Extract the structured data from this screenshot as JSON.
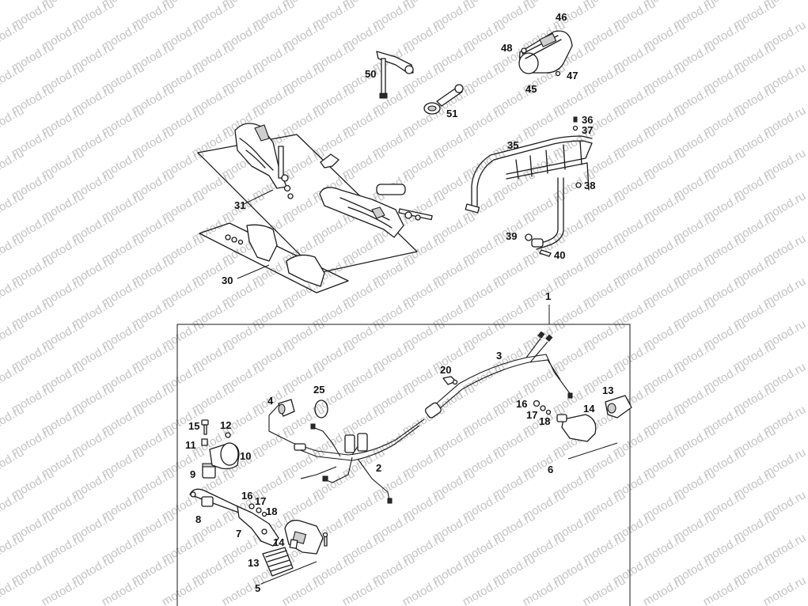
{
  "watermark": "motod.ru",
  "callouts": {
    "c1": "1",
    "c2": "2",
    "c3": "3",
    "c4": "4",
    "c5": "5",
    "c6": "6",
    "c7": "7",
    "c8": "8",
    "c9": "9",
    "c10": "10",
    "c11": "11",
    "c12": "12",
    "c13a": "13",
    "c13b": "13",
    "c14a": "14",
    "c14b": "14",
    "c15": "15",
    "c16a": "16",
    "c16b": "16",
    "c17a": "17",
    "c17b": "17",
    "c18a": "18",
    "c18b": "18",
    "c20": "20",
    "c25": "25",
    "c30": "30",
    "c31": "31",
    "c35": "35",
    "c36": "36",
    "c37": "37",
    "c38": "38",
    "c39": "39",
    "c40": "40",
    "c45": "45",
    "c46": "46",
    "c47": "47",
    "c48": "48",
    "c50": "50",
    "c51": "51"
  }
}
